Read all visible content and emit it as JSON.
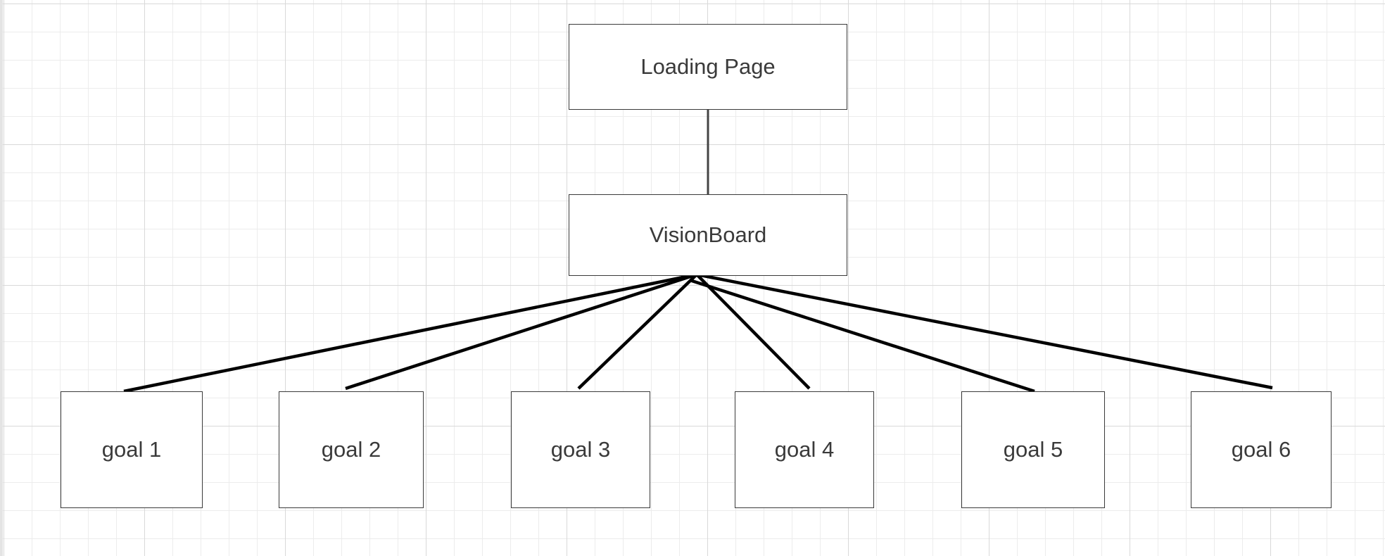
{
  "diagram": {
    "colors": {
      "node_border": "#3a3a3a",
      "text": "#3a3a3a",
      "edge": "#000000",
      "grid_major": "#d9d9d9",
      "grid_minor": "#ececec"
    },
    "root": {
      "label": "Loading Page"
    },
    "hub": {
      "label": "VisionBoard"
    },
    "goals": [
      {
        "label": "goal 1"
      },
      {
        "label": "goal 2"
      },
      {
        "label": "goal 3"
      },
      {
        "label": "goal 4"
      },
      {
        "label": "goal 5"
      },
      {
        "label": "goal 6"
      }
    ],
    "edges": [
      {
        "from": "Loading Page",
        "to": "VisionBoard"
      },
      {
        "from": "VisionBoard",
        "to": "goal 1"
      },
      {
        "from": "VisionBoard",
        "to": "goal 2"
      },
      {
        "from": "VisionBoard",
        "to": "goal 3"
      },
      {
        "from": "VisionBoard",
        "to": "goal 4"
      },
      {
        "from": "VisionBoard",
        "to": "goal 5"
      },
      {
        "from": "VisionBoard",
        "to": "goal 6"
      }
    ]
  }
}
